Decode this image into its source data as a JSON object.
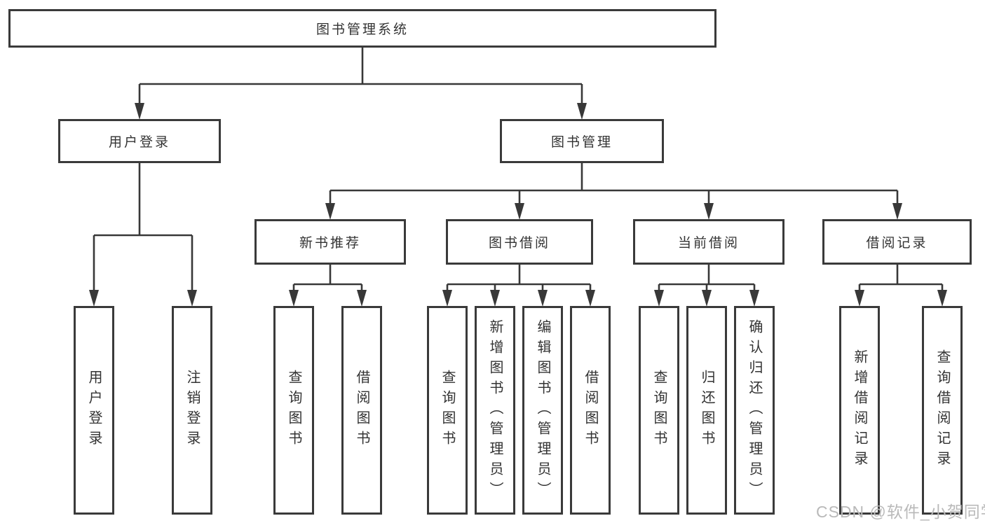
{
  "tree": {
    "root": {
      "label": "图书管理系统",
      "children": [
        {
          "label": "用户登录",
          "children": [
            {
              "label": "用户登录"
            },
            {
              "label": "注销登录"
            }
          ]
        },
        {
          "label": "图书管理",
          "children": [
            {
              "label": "新书推荐",
              "children": [
                {
                  "label": "查询图书"
                },
                {
                  "label": "借阅图书"
                }
              ]
            },
            {
              "label": "图书借阅",
              "children": [
                {
                  "label": "查询图书"
                },
                {
                  "label": "新增图书（管理员）"
                },
                {
                  "label": "编辑图书（管理员）"
                },
                {
                  "label": "借阅图书"
                }
              ]
            },
            {
              "label": "当前借阅",
              "children": [
                {
                  "label": "查询图书"
                },
                {
                  "label": "归还图书"
                },
                {
                  "label": "确认归还（管理员）"
                }
              ]
            },
            {
              "label": "借阅记录",
              "children": [
                {
                  "label": "新增借阅记录"
                },
                {
                  "label": "查询借阅记录"
                }
              ]
            }
          ]
        }
      ]
    }
  },
  "watermark": "CSDN @软件_小贺同学",
  "colors": {
    "line": "#383838",
    "box_border": "#3a3a3a",
    "text": "#333333",
    "watermark": "#b9b9b9",
    "background": "#ffffff"
  }
}
